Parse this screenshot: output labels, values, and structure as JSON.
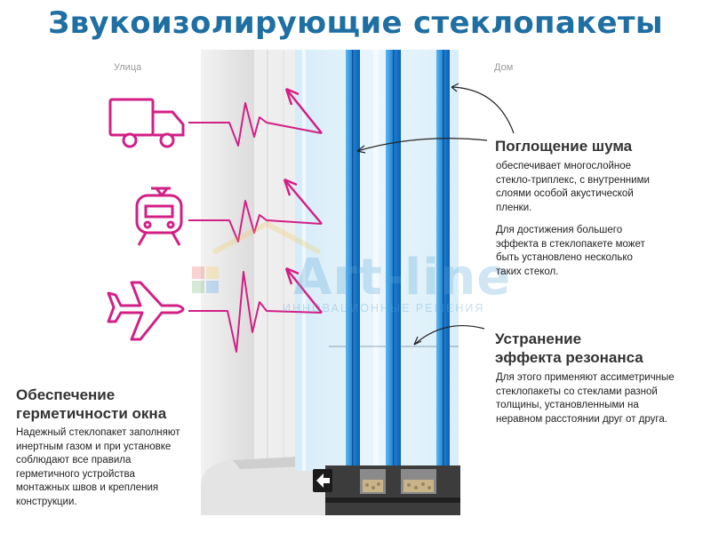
{
  "title": "Звукоизолирующие стеклопакеты",
  "labels": {
    "street": "Улица",
    "home": "Дом"
  },
  "sections": {
    "noise": {
      "heading_1": "Поглощение шума",
      "lines_1": [
        "обеспечивает многослойное",
        "стекло-триплекс, с внутренними",
        "слоями особой акустической",
        "пленки."
      ],
      "lines_2": [
        "Для достижения большего",
        "эффекта в стеклопакете может",
        "быть установлено несколько",
        "таких стекол."
      ]
    },
    "resonance": {
      "heading_1": "Устранение",
      "heading_2": "эффекта резонанса",
      "lines": [
        "Для этого применяют ассиметричные",
        "стеклопакеты со стеклами разной",
        "толщины, установленными на",
        "неравном расстоянии друг от друга."
      ]
    },
    "sealing": {
      "heading_1": "Обеспечение",
      "heading_2": "герметичности окна",
      "lines": [
        "Надежный стеклопакет заполняют",
        "инертным газом и при установке",
        "соблюдают все правила",
        "герметичного устройства",
        "монтажных швов и крепления",
        "конструкции."
      ]
    }
  },
  "watermark": {
    "brand": "Art-line",
    "tagline": "ИННОВАЦИОННЫЕ РЕШЕНИЯ"
  },
  "icons": [
    "truck-icon",
    "train-icon",
    "airplane-icon"
  ],
  "colors": {
    "title": "#1f6fa3",
    "accent": "#d21f86",
    "glass": "#2a86d4",
    "heading": "#333333"
  }
}
